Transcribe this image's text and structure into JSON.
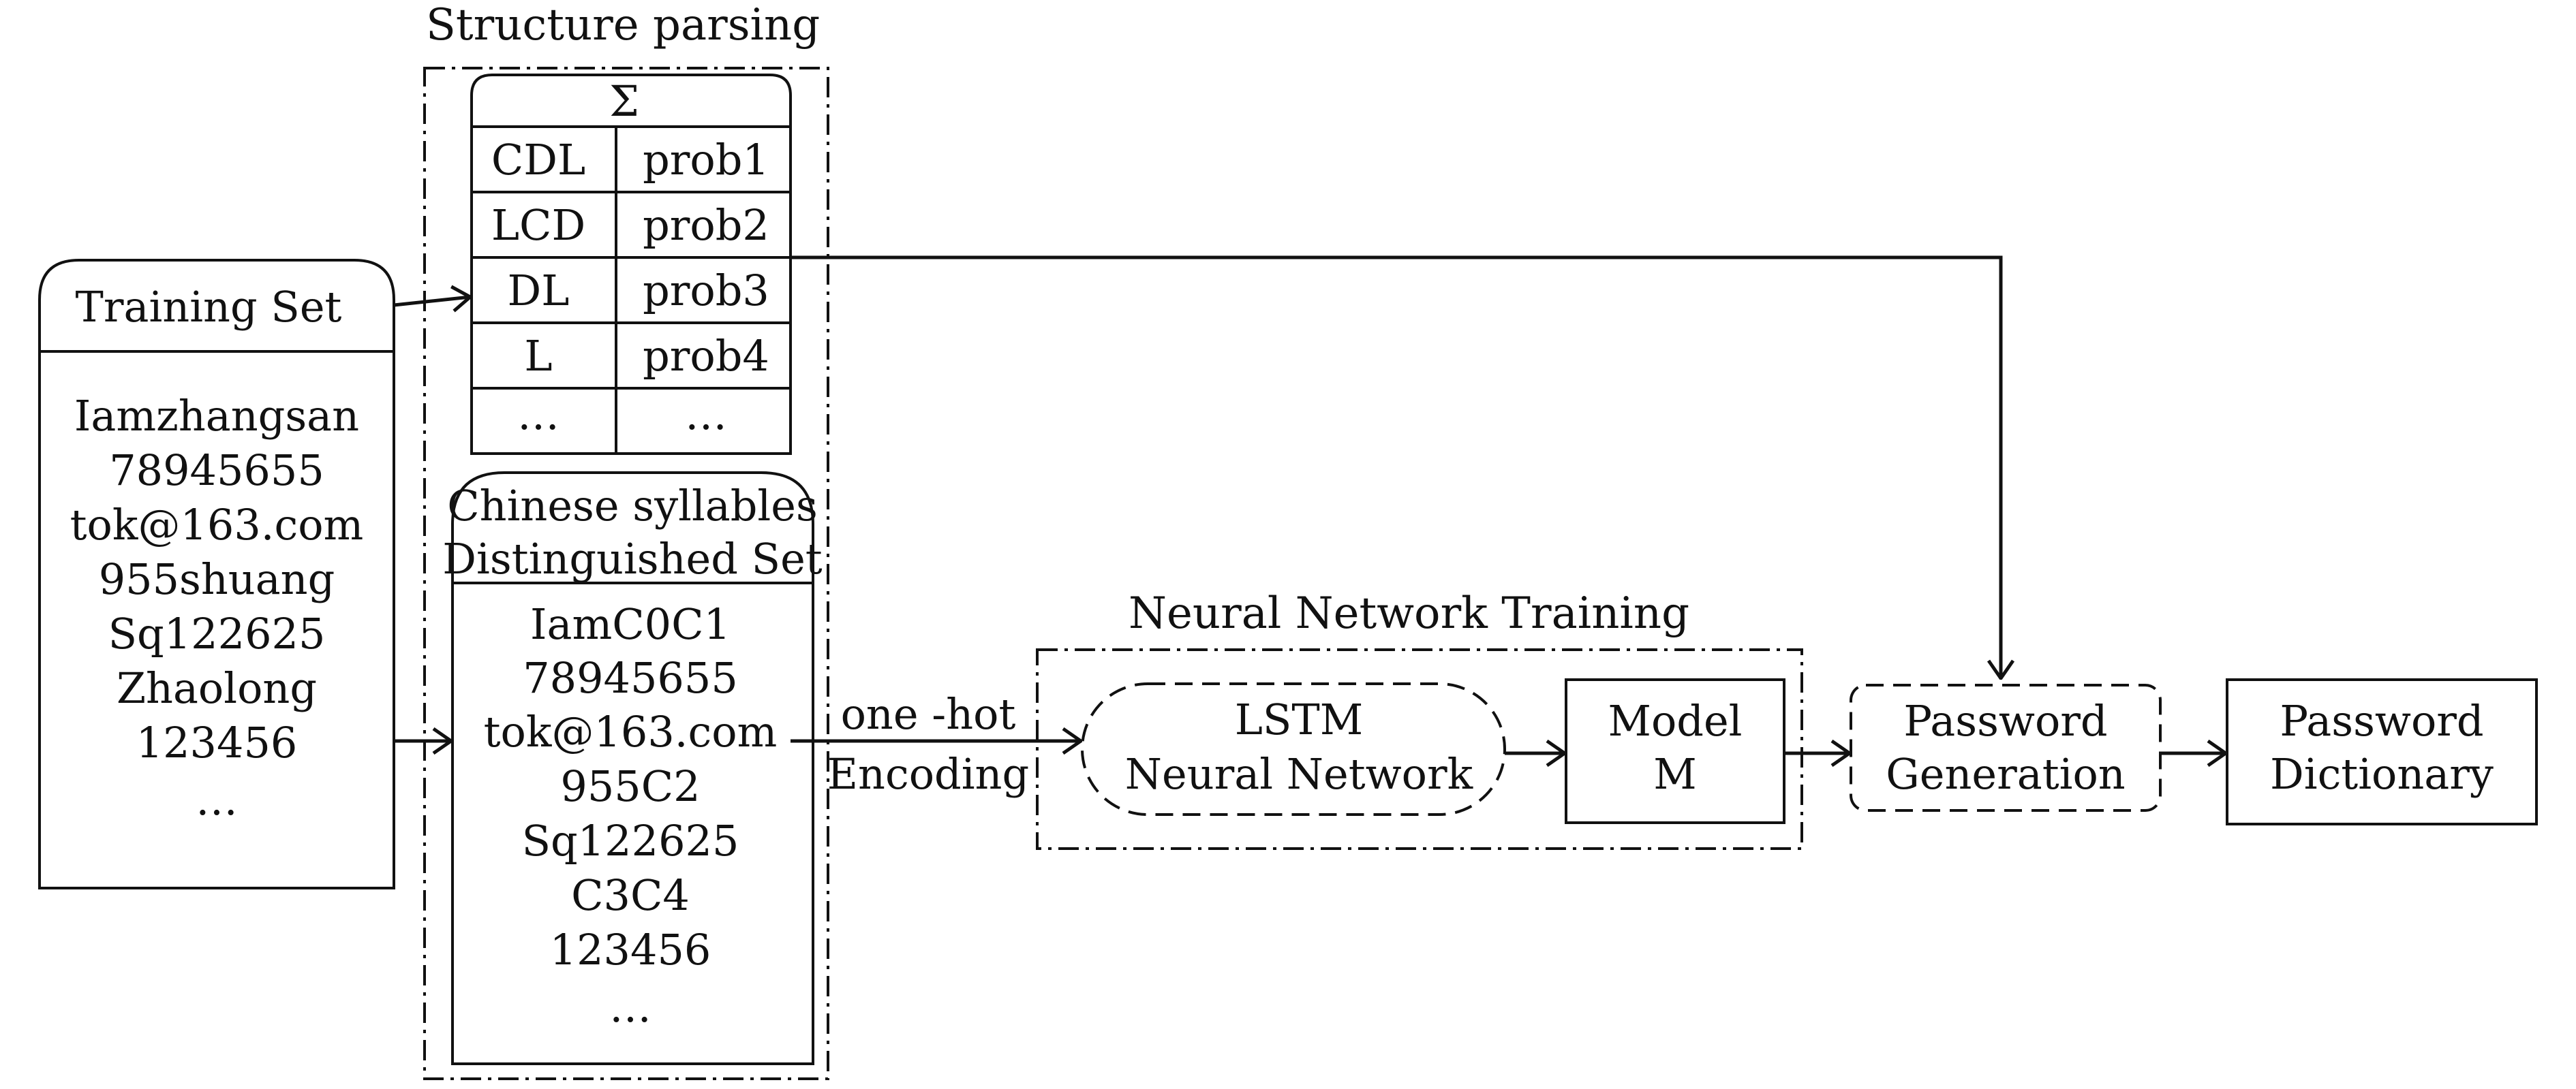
{
  "structure_parsing": {
    "title": "Structure parsing",
    "sigma": "Σ",
    "rows": [
      {
        "structure": "CDL",
        "prob": "prob1"
      },
      {
        "structure": "LCD",
        "prob": "prob2"
      },
      {
        "structure": "DL",
        "prob": "prob3"
      },
      {
        "structure": "L",
        "prob": "prob4"
      },
      {
        "structure": "…",
        "prob": "…"
      }
    ]
  },
  "training_set": {
    "title": "Training Set",
    "items": [
      "Iamzhangsan",
      "78945655",
      "tok@163.com",
      "955shuang",
      "Sq122625",
      "Zhaolong",
      "123456",
      "…"
    ]
  },
  "chinese_set": {
    "title_line1": "Chinese syllables",
    "title_line2": "Distinguished Set",
    "items": [
      "IamC0C1",
      "78945655",
      "tok@163.com",
      "955C2",
      "Sq122625",
      "C3C4",
      "123456",
      "…"
    ]
  },
  "encoding": {
    "line1": "one -hot",
    "line2": "Encoding"
  },
  "neural_network_training": {
    "title": "Neural Network Training",
    "lstm_line1": "LSTM",
    "lstm_line2": "Neural Network",
    "model_line1": "Model",
    "model_line2": "M"
  },
  "password_generation": {
    "line1": "Password",
    "line2": "Generation"
  },
  "password_dictionary": {
    "line1": "Password",
    "line2": "Dictionary"
  }
}
